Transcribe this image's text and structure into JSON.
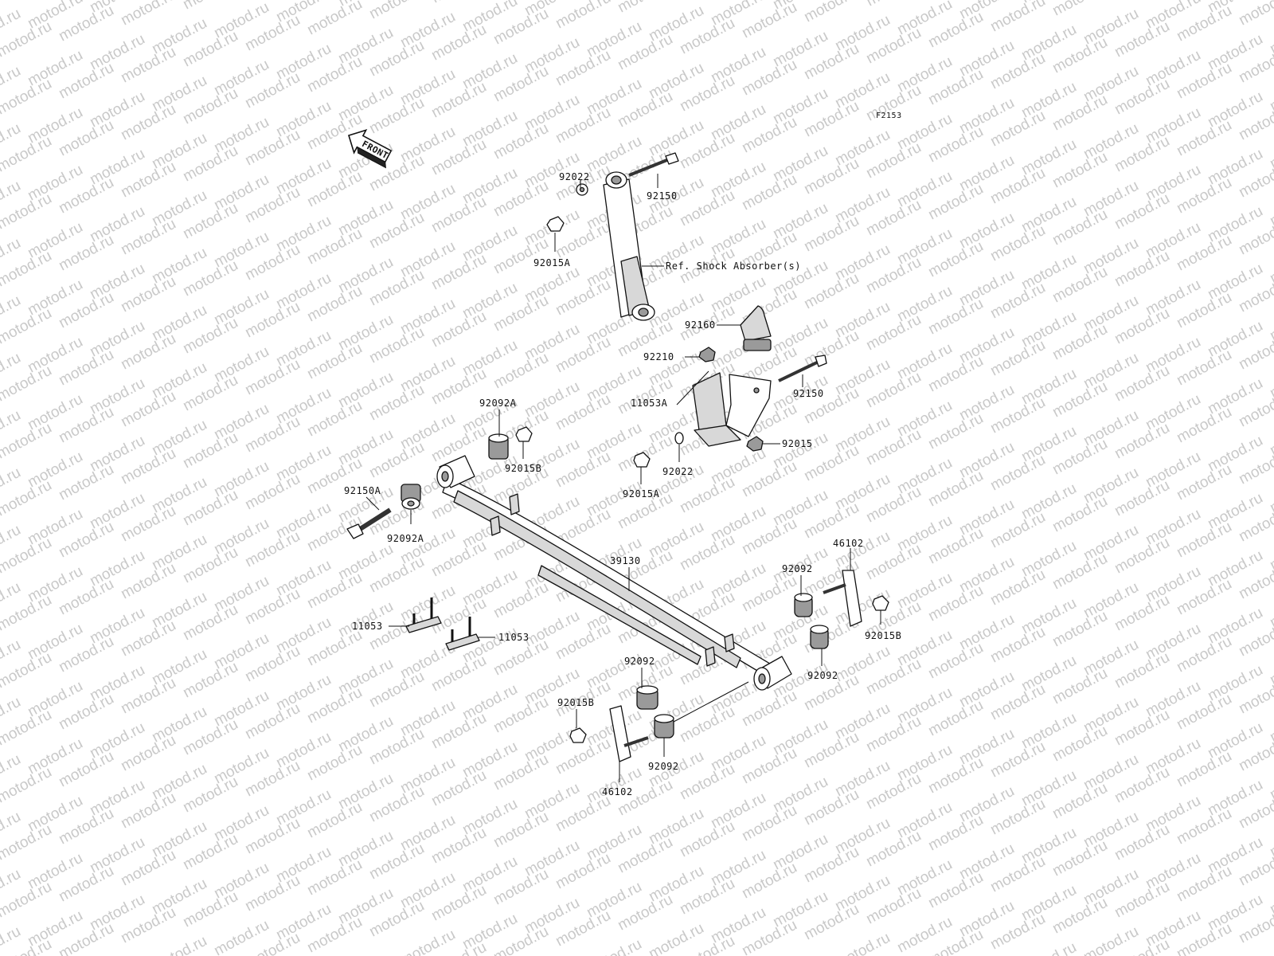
{
  "figure_code": "F2153",
  "watermark": "motod.ru",
  "front_label": "FRONT",
  "reference_label": "Ref. Shock Absorber(s)",
  "part_labels": [
    {
      "id": "92022_top",
      "text": "92022"
    },
    {
      "id": "92150_top",
      "text": "92150"
    },
    {
      "id": "92015A_top",
      "text": "92015A"
    },
    {
      "id": "92160",
      "text": "92160"
    },
    {
      "id": "92210",
      "text": "92210"
    },
    {
      "id": "11053A",
      "text": "11053A"
    },
    {
      "id": "92150_mid",
      "text": "92150"
    },
    {
      "id": "92015",
      "text": "92015"
    },
    {
      "id": "92022_mid",
      "text": "92022"
    },
    {
      "id": "92015A_mid",
      "text": "92015A"
    },
    {
      "id": "92092A_top",
      "text": "92092A"
    },
    {
      "id": "92015B_left",
      "text": "92015B"
    },
    {
      "id": "92150A",
      "text": "92150A"
    },
    {
      "id": "92092A_bot",
      "text": "92092A"
    },
    {
      "id": "39130",
      "text": "39130"
    },
    {
      "id": "46102_right",
      "text": "46102"
    },
    {
      "id": "92092_r1",
      "text": "92092"
    },
    {
      "id": "92015B_right",
      "text": "92015B"
    },
    {
      "id": "92092_r2",
      "text": "92092"
    },
    {
      "id": "11053_left",
      "text": "11053"
    },
    {
      "id": "11053_right",
      "text": "11053"
    },
    {
      "id": "92092_b1",
      "text": "92092"
    },
    {
      "id": "92015B_bot",
      "text": "92015B"
    },
    {
      "id": "92092_b2",
      "text": "92092"
    },
    {
      "id": "46102_bot",
      "text": "46102"
    }
  ]
}
